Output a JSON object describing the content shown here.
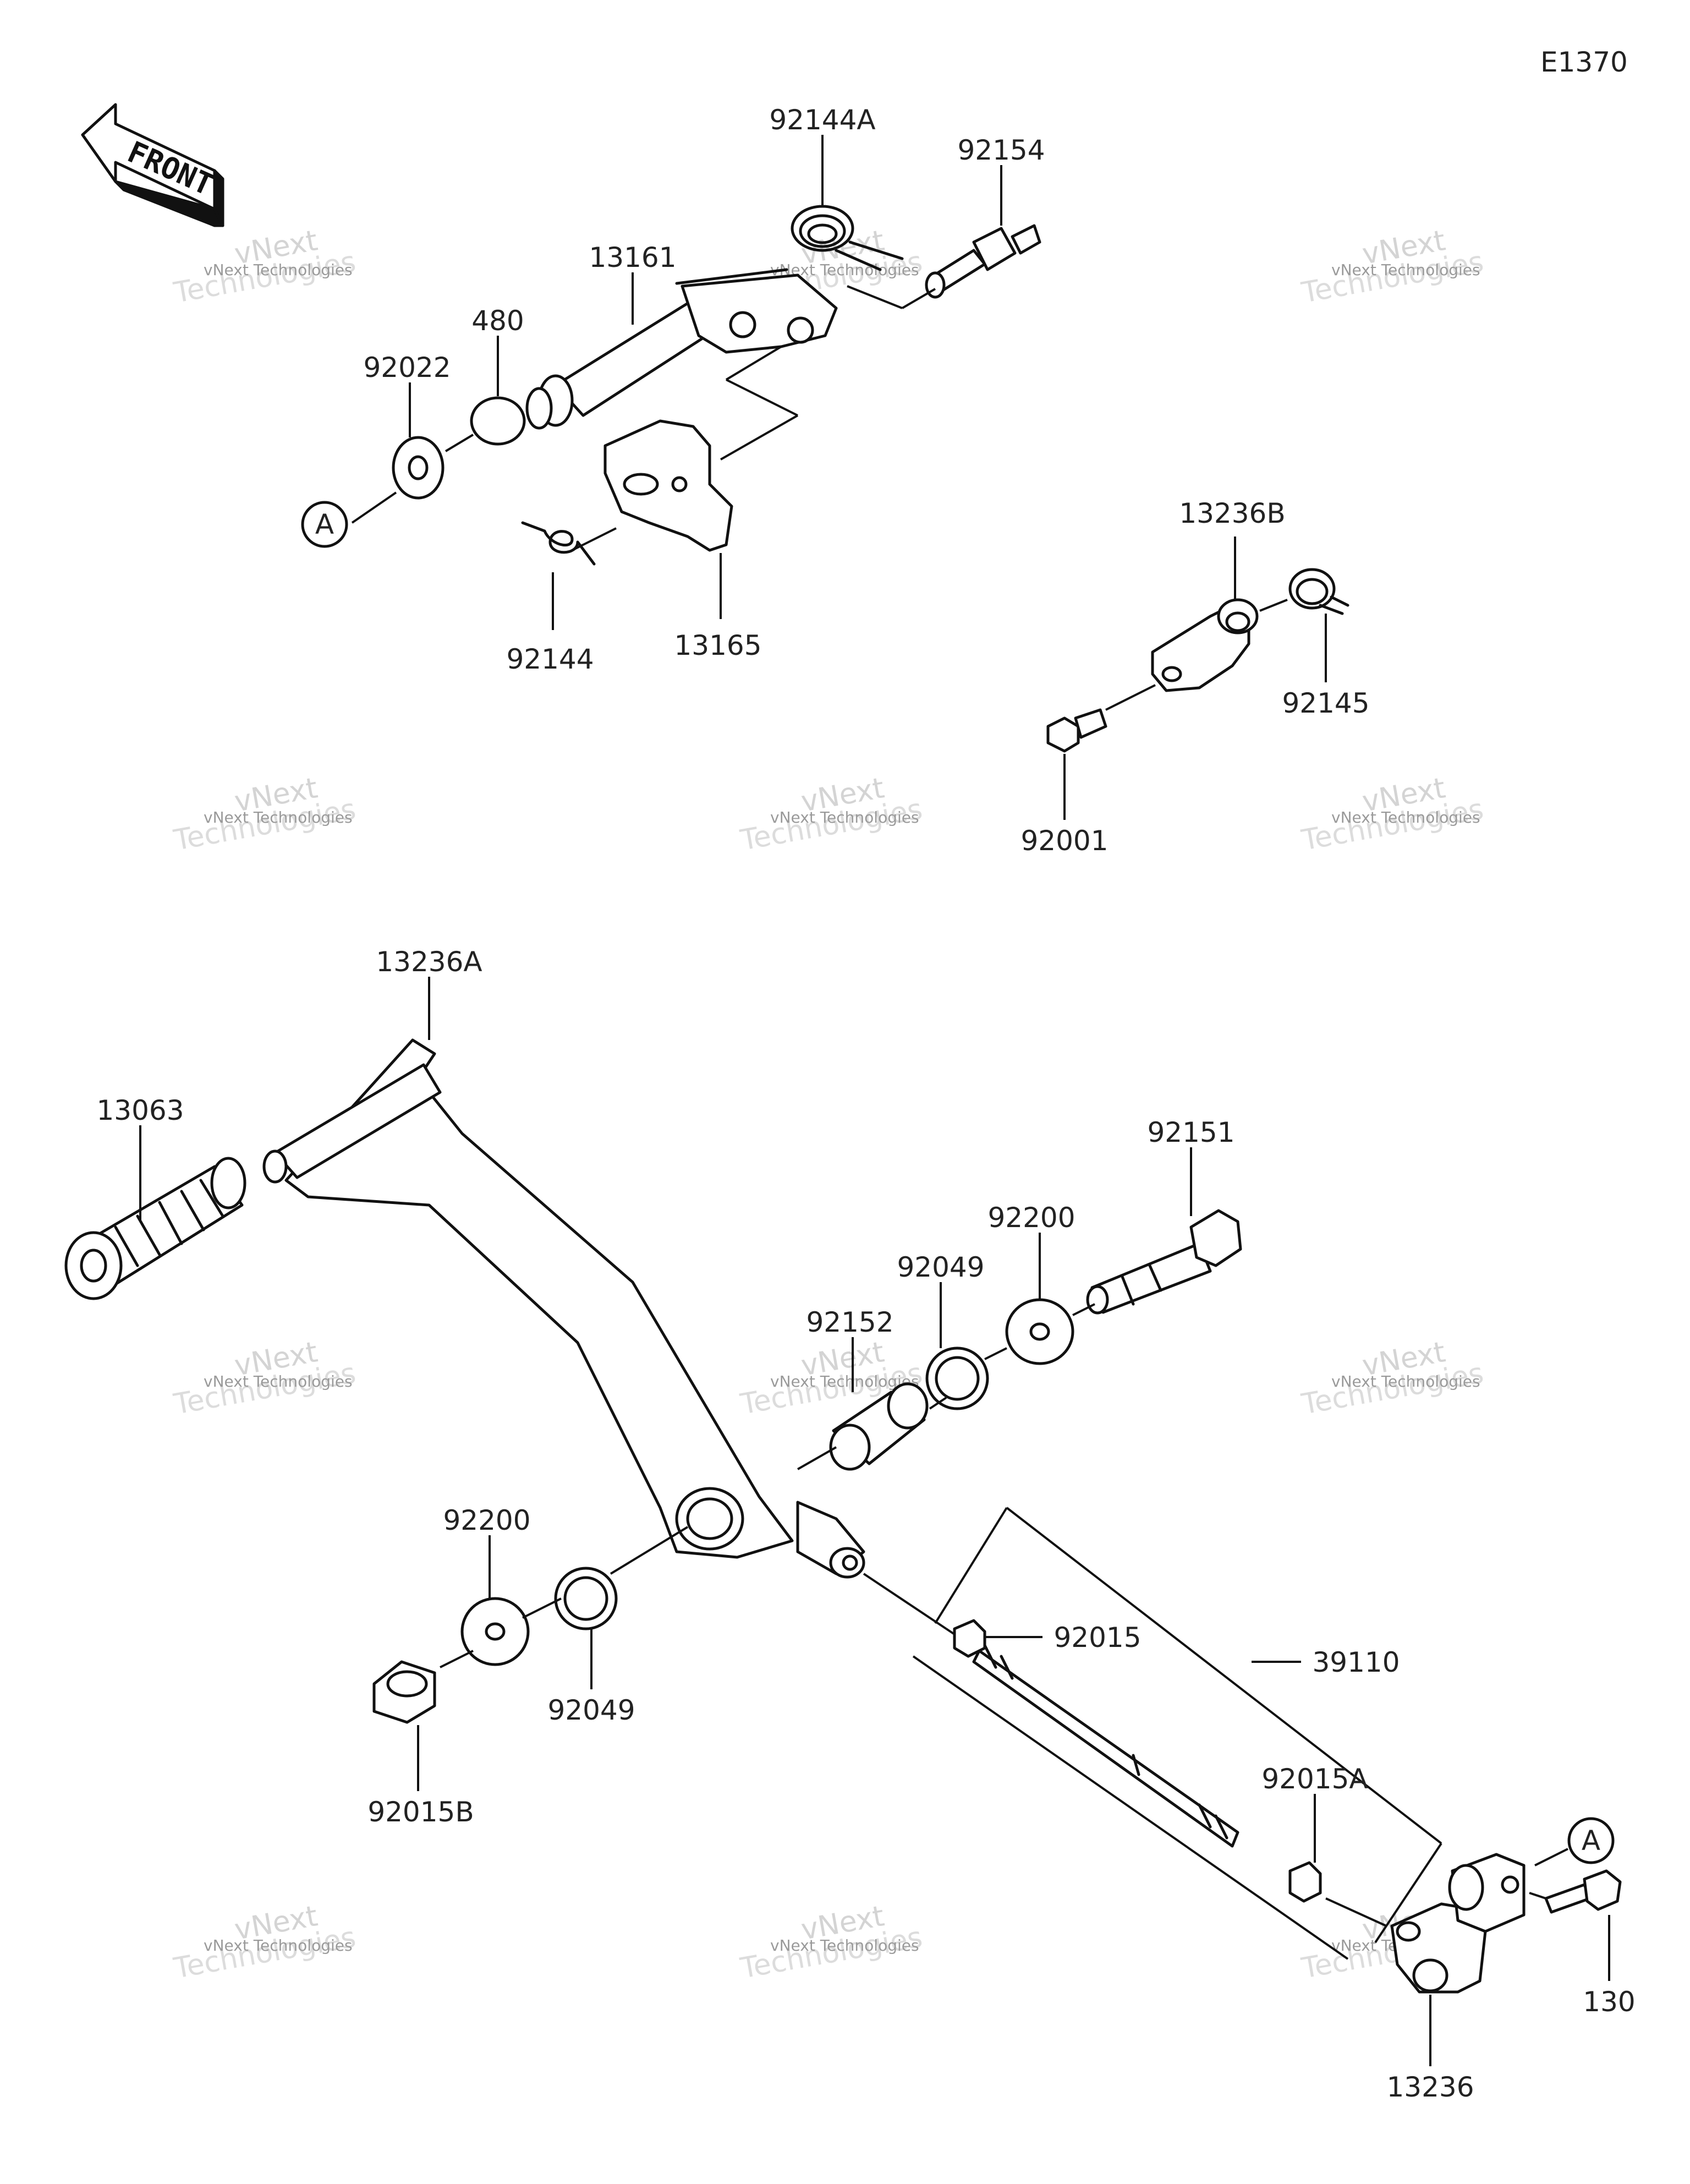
{
  "diagram_code": "E1370",
  "front_label": "FRONT",
  "callouts": [
    {
      "id": "c-92144A",
      "text": "92144A"
    },
    {
      "id": "c-92154",
      "text": "92154"
    },
    {
      "id": "c-13161",
      "text": "13161"
    },
    {
      "id": "c-480",
      "text": "480"
    },
    {
      "id": "c-92022",
      "text": "92022"
    },
    {
      "id": "c-92144",
      "text": "92144"
    },
    {
      "id": "c-13165",
      "text": "13165"
    },
    {
      "id": "c-13236B",
      "text": "13236B"
    },
    {
      "id": "c-92145",
      "text": "92145"
    },
    {
      "id": "c-92001",
      "text": "92001"
    },
    {
      "id": "c-13236A",
      "text": "13236A"
    },
    {
      "id": "c-13063",
      "text": "13063"
    },
    {
      "id": "c-92151",
      "text": "92151"
    },
    {
      "id": "c-92200a",
      "text": "92200"
    },
    {
      "id": "c-92049a",
      "text": "92049"
    },
    {
      "id": "c-92152",
      "text": "92152"
    },
    {
      "id": "c-92200b",
      "text": "92200"
    },
    {
      "id": "c-92049b",
      "text": "92049"
    },
    {
      "id": "c-92015B",
      "text": "92015B"
    },
    {
      "id": "c-92015",
      "text": "92015"
    },
    {
      "id": "c-39110",
      "text": "39110"
    },
    {
      "id": "c-92015A",
      "text": "92015A"
    },
    {
      "id": "c-130",
      "text": "130"
    },
    {
      "id": "c-13236",
      "text": "13236"
    }
  ],
  "reference_markers": [
    {
      "id": "ref-a-left",
      "text": "A"
    },
    {
      "id": "ref-a-right",
      "text": "A"
    }
  ],
  "watermark": {
    "line1": "vNext Technologies",
    "line2": "vNext",
    "line3": "Technologies"
  }
}
